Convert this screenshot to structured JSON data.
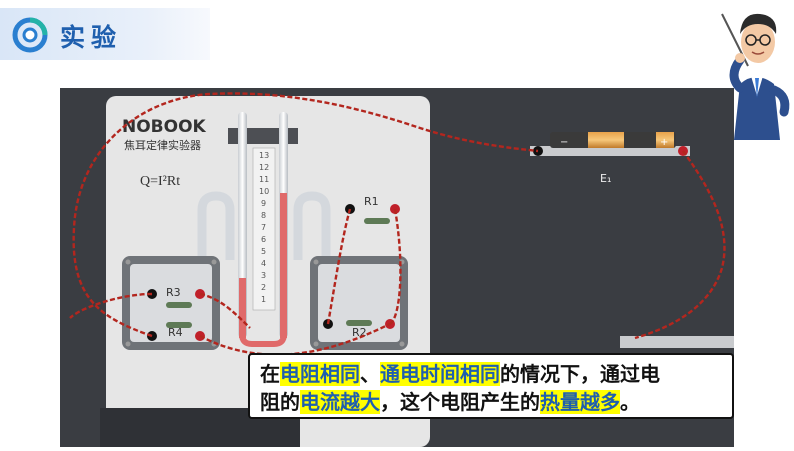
{
  "header": {
    "title": "实验"
  },
  "apparatus": {
    "brand": "NOBOOK",
    "name": "焦耳定律实验器",
    "formula": "Q=I²Rt",
    "resistors": {
      "r1": "R1",
      "r2": "R2",
      "r3": "R3",
      "r4": "R4"
    },
    "battery_label": "E₁",
    "battery_minus": "−",
    "battery_plus": "+",
    "scale_ticks": [
      "13",
      "12",
      "11",
      "10",
      "9",
      "8",
      "7",
      "6",
      "5",
      "4",
      "3",
      "2",
      "1"
    ]
  },
  "caption": {
    "p1": "在",
    "h1": "电阻相同",
    "p2": "、",
    "h2": "通电时间相同",
    "p3": "的情况下，通过电",
    "p4": "阻的",
    "h3": "电流越大",
    "p5": "，这个电阻产生的",
    "h4": "热量越多",
    "p6": "。"
  },
  "colors": {
    "accent": "#1f5fae",
    "highlight": "#ffff00",
    "wire": "#b3261e",
    "panel": "#3a3d42"
  }
}
